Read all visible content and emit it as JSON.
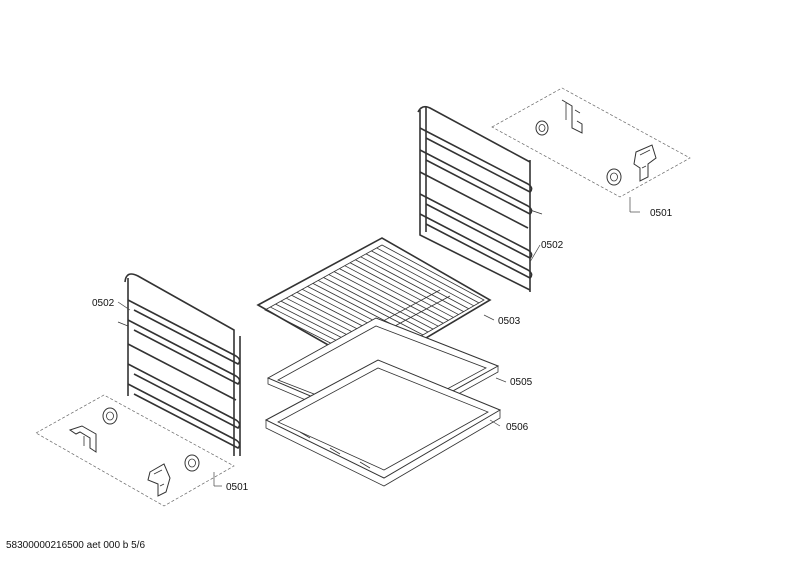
{
  "labels": {
    "p0501_right": "0501",
    "p0502_right": "0502",
    "p0503": "0503",
    "p0505": "0505",
    "p0506": "0506",
    "p0502_left": "0502",
    "p0501_left": "0501"
  },
  "footer": "58300000216500 aet 000 b 5/6"
}
